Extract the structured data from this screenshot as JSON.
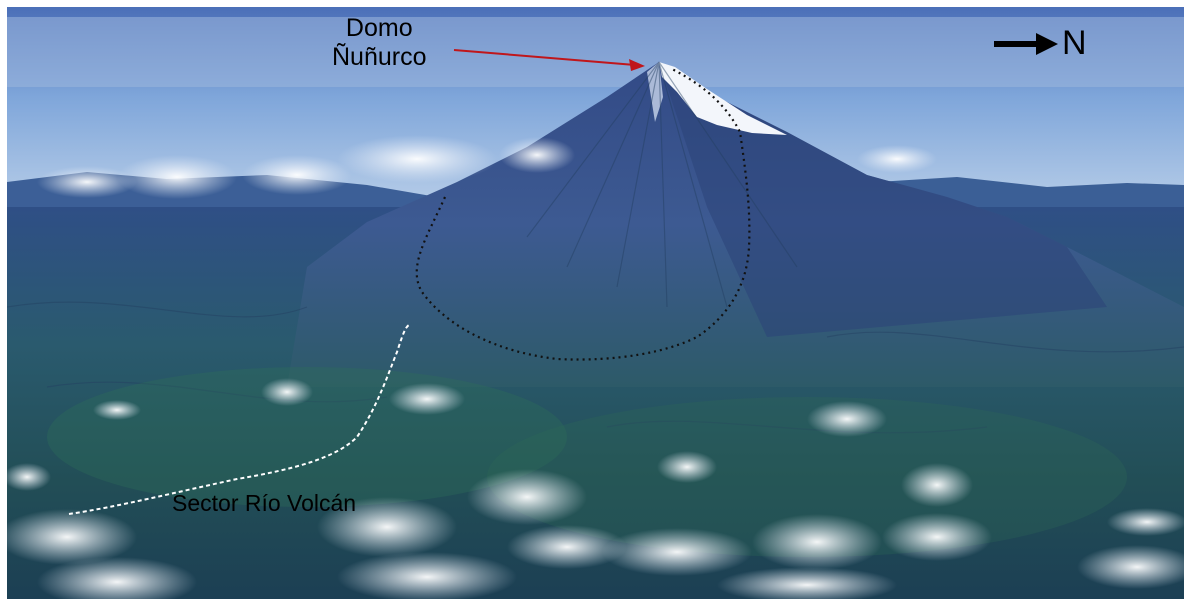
{
  "labels": {
    "dome": "Domo\nÑuñurco",
    "sector": "Sector Río Volcán",
    "north": "N"
  },
  "icons": {
    "north_arrow": "arrow-right-icon"
  },
  "colors": {
    "pointer_arrow": "#c0161b",
    "caldera_outline": "#111111",
    "river_trace": "#ffffff"
  }
}
